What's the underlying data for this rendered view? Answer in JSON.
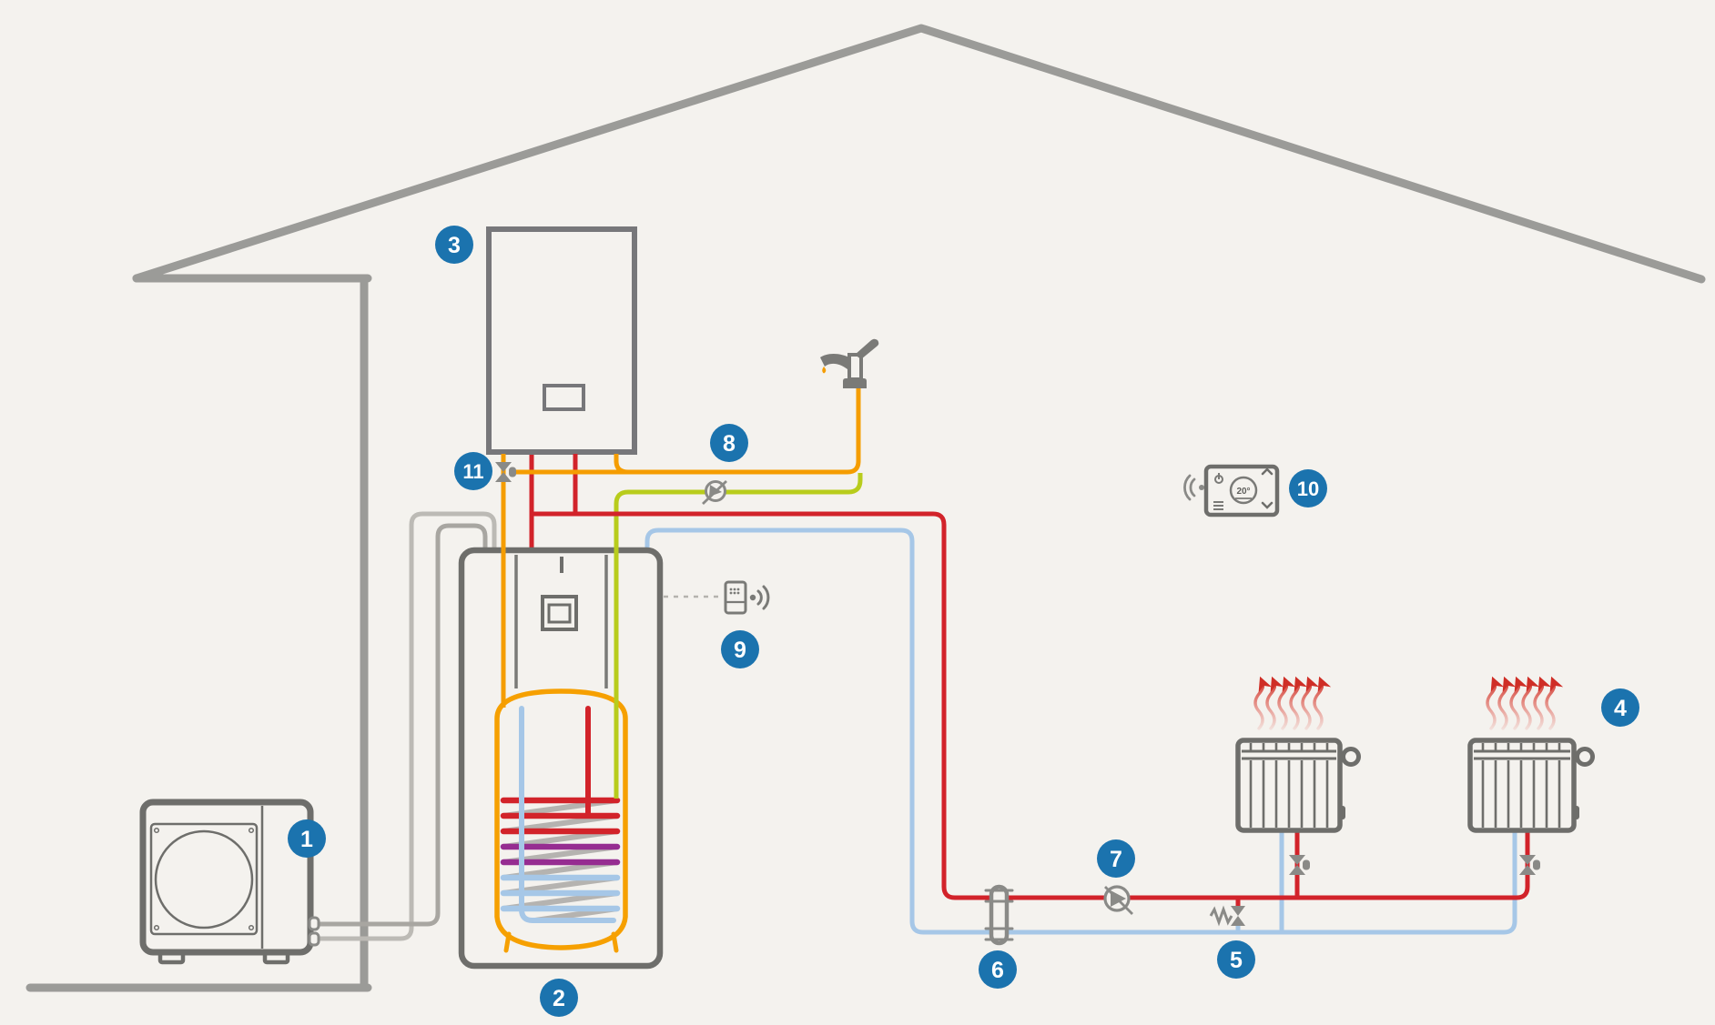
{
  "badges": [
    {
      "label": "1",
      "name": "outdoor-heat-pump-unit"
    },
    {
      "label": "2",
      "name": "indoor-unit-with-dhw-tank"
    },
    {
      "label": "3",
      "name": "wall-hung-boiler"
    },
    {
      "label": "4",
      "name": "radiators"
    },
    {
      "label": "5",
      "name": "bypass-valve"
    },
    {
      "label": "6",
      "name": "hydraulic-separator"
    },
    {
      "label": "7",
      "name": "circulation-pump"
    },
    {
      "label": "8",
      "name": "domestic-hot-water-line"
    },
    {
      "label": "9",
      "name": "wireless-module"
    },
    {
      "label": "10",
      "name": "room-thermostat"
    },
    {
      "label": "11",
      "name": "shut-off-valve"
    }
  ],
  "thermostat": {
    "temperature_display": "20°"
  },
  "colors": {
    "background": "#f4f2ee",
    "outline_dark": "#6e6e6b",
    "structure_grey": "#9b9b98",
    "pipe_grey_light": "#bcbab5",
    "pipe_grey_mid": "#a8a6a1",
    "pipe_orange": "#f59d00",
    "pipe_red": "#d2232a",
    "pipe_green_yellow": "#b8cc1c",
    "pipe_light_blue": "#a6c7e7",
    "coil_purple": "#962d91",
    "badge_blue": "#1b73ae",
    "heat_wave_red": "#cf2e26"
  }
}
